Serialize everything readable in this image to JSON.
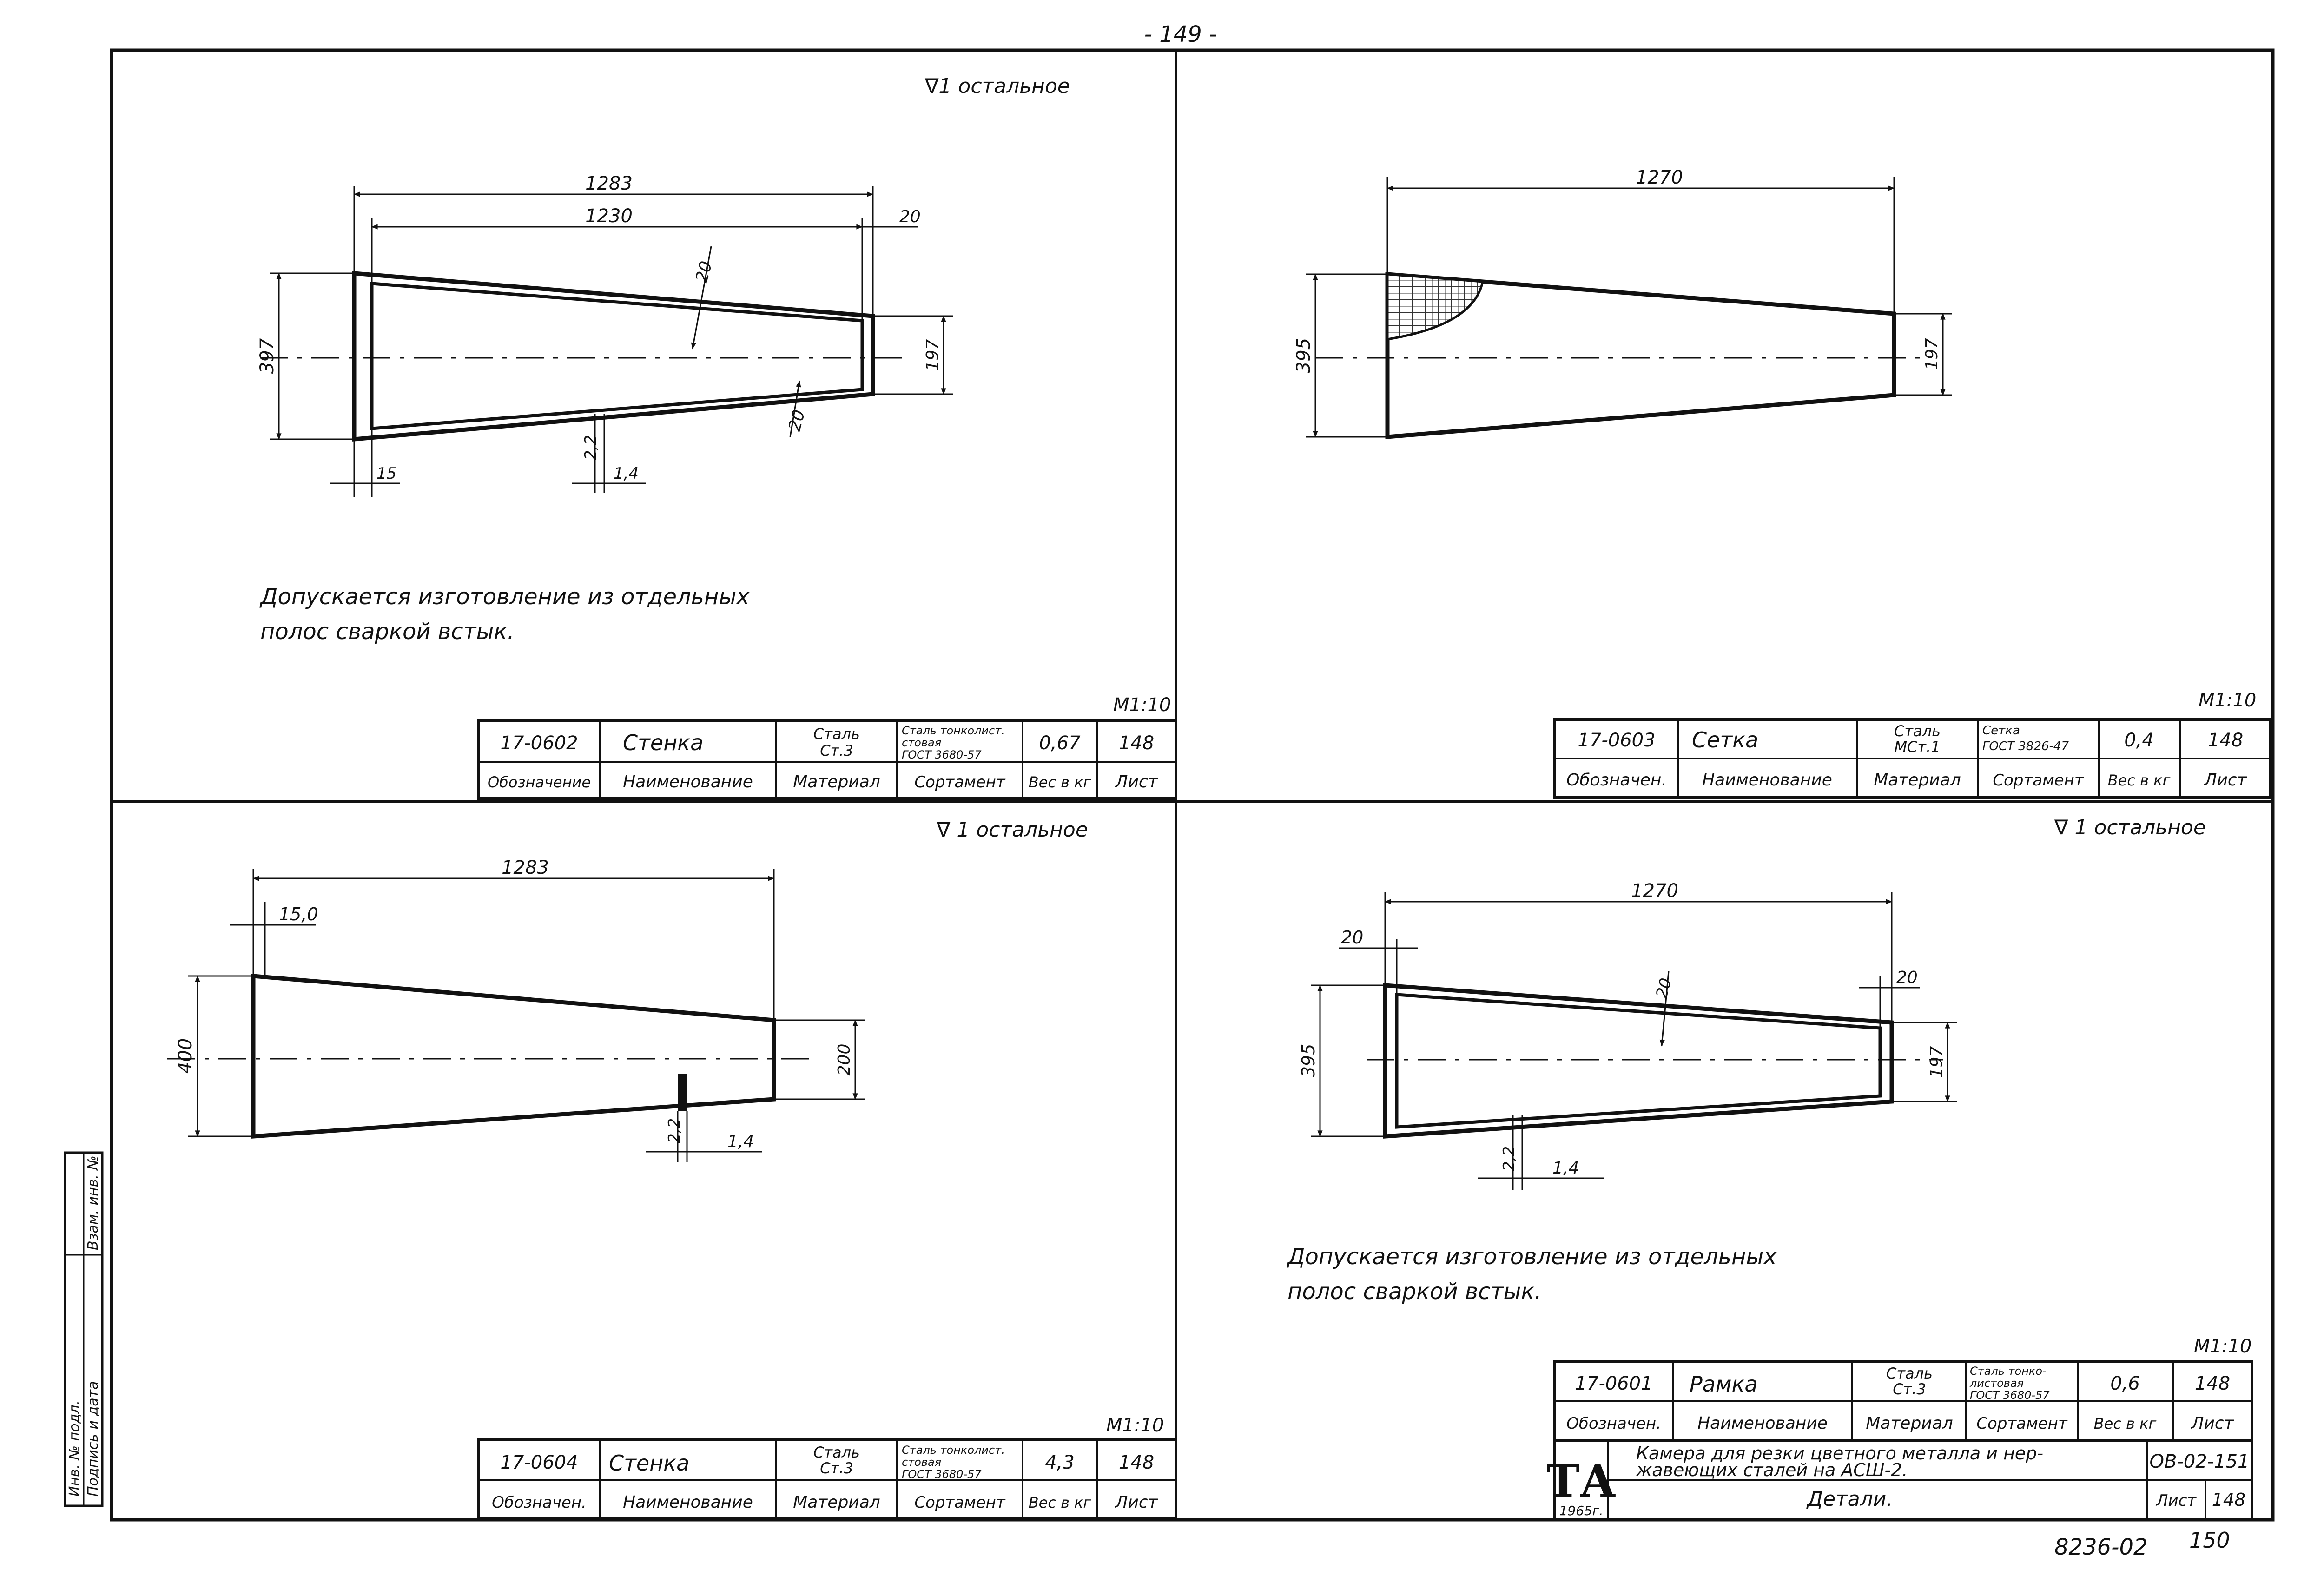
{
  "sheet": {
    "page_number": "- 149 -",
    "archive_number": "8236-02",
    "page_mark": "150",
    "side_stamp": [
      "Инв. № подл.",
      "Подпись и дата",
      "Взам. инв. №"
    ]
  },
  "drawings": [
    {
      "id": "tl",
      "roughness": "∇1 остальное",
      "dims": {
        "overall": "1283",
        "inner": "1230",
        "end": "20",
        "wall_top": "20",
        "wall_bottom": "20",
        "height_left": "397",
        "height_right": "197",
        "bottom_left": "15",
        "gap": "2,2",
        "gap_offset": "1,4"
      },
      "note": [
        "Допускается изготовление из отдельных",
        "полос сваркой встык."
      ],
      "scale": "М1:10",
      "table": {
        "code": "17-0602",
        "name": "Стенка",
        "material": [
          "Сталь",
          "Ст.3"
        ],
        "assortment": [
          "Сталь тонколист.",
          "стовая",
          "ГОСТ 3680-57"
        ],
        "weight": "0,67",
        "sheet": "148"
      }
    },
    {
      "id": "tr",
      "dims": {
        "overall": "1270",
        "height_left": "395",
        "height_right": "197"
      },
      "scale": "М1:10",
      "table": {
        "code": "17-0603",
        "name": "Сетка",
        "material": [
          "Сталь",
          "МСт.1"
        ],
        "assortment": [
          "Сетка",
          "ГОСТ 3826-47"
        ],
        "weight": "0,4",
        "sheet": "148"
      }
    },
    {
      "id": "bl",
      "roughness": "∇ 1 остальное",
      "dims": {
        "overall": "1283",
        "offset": "15,0",
        "height_left": "400",
        "height_right": "200",
        "gap": "2,2",
        "gap_offset": "1,4"
      },
      "scale": "М1:10",
      "table": {
        "code": "17-0604",
        "name": "Стенка",
        "material": [
          "Сталь",
          "Ст.3"
        ],
        "assortment": [
          "Сталь тонколист.",
          "стовая",
          "ГОСТ 3680-57"
        ],
        "weight": "4,3",
        "sheet": "148"
      }
    },
    {
      "id": "br",
      "roughness": "∇ 1 остальное",
      "dims": {
        "overall": "1270",
        "left_off": "20",
        "right_off": "20",
        "wall": "20",
        "height_left": "395",
        "height_right": "197",
        "gap": "2,2",
        "gap_offset": "1,4"
      },
      "note": [
        "Допускается изготовление из отдельных",
        "полос сваркой встык."
      ],
      "scale": "М1:10",
      "table": {
        "code": "17-0601",
        "name": "Рамка",
        "material": [
          "Сталь",
          "Ст.3"
        ],
        "assortment": [
          "Сталь тонко-",
          "листовая",
          "ГОСТ 3680-57"
        ],
        "weight": "0,6",
        "sheet": "148"
      }
    }
  ],
  "table_headers": {
    "code_full": "Обозначение",
    "code_short": "Обозначен.",
    "name": "Наименование",
    "material": "Материал",
    "assortment": "Сортамент",
    "weight": "Вес в кг",
    "sheet": "Лист"
  },
  "title_block": {
    "logo": "ТА",
    "year": "1965г.",
    "title_line1": "Камера для резки цветного металла и нер-",
    "title_line2": "жавеющих сталей на АСШ-2.",
    "doc_number": "ОВ-02-151",
    "subtitle": "Детали.",
    "sheet_label": "Лист",
    "sheet_value": "148"
  }
}
